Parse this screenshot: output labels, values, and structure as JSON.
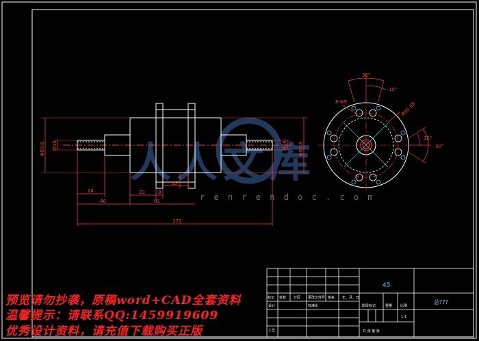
{
  "colors": {
    "background": "#000000",
    "frame": "#ffffff",
    "part": "#ffffff",
    "dimension": "#ff3b3b",
    "centerline": "#ff3b3b",
    "holes": "#5ad2e6",
    "watermark": "#2f4d7a",
    "overlay_text": "#ff2020"
  },
  "dimensions": {
    "len_24": "24",
    "len_46": "46",
    "len_23": "23",
    "len_8": "8",
    "len_25": "25",
    "len_81": "81",
    "len_175": "175",
    "dia_left_outer": "Φ50.8",
    "dia_left_inner": "M16",
    "dia_right_inner": "M16",
    "dia_right_outer": "Φ50.8",
    "angle_top": "30°",
    "angle_top_small": "15°",
    "angle_right": "30°",
    "angle_right_small": "15°",
    "hole_callout": "8-Φ9",
    "pcd_callout": "Φ95.58"
  },
  "title_block": {
    "scale_value": "45",
    "drawing_code": "总???",
    "header_cells": [
      "标记",
      "处数",
      "分区",
      "更改文件号",
      "签名",
      "年、月、日"
    ],
    "stage_label": "阶段标记",
    "weight_label": "重量",
    "ratio_label": "比例",
    "ratio_value": "1:1",
    "row_design": "设计",
    "row_standard": "标准化",
    "row_process": "工艺",
    "footer": "共  张  第  张"
  },
  "watermark": {
    "logo_text": "人人文库",
    "url": "r e n r e n d o c . c o m"
  },
  "overlay": {
    "line1": "预览请勿抄袭，原稿word+CAD全套资料",
    "line2": "温馨提示：请联系QQ:1459919609",
    "line3": "优秀设计资料，请充值下载购买正版"
  }
}
